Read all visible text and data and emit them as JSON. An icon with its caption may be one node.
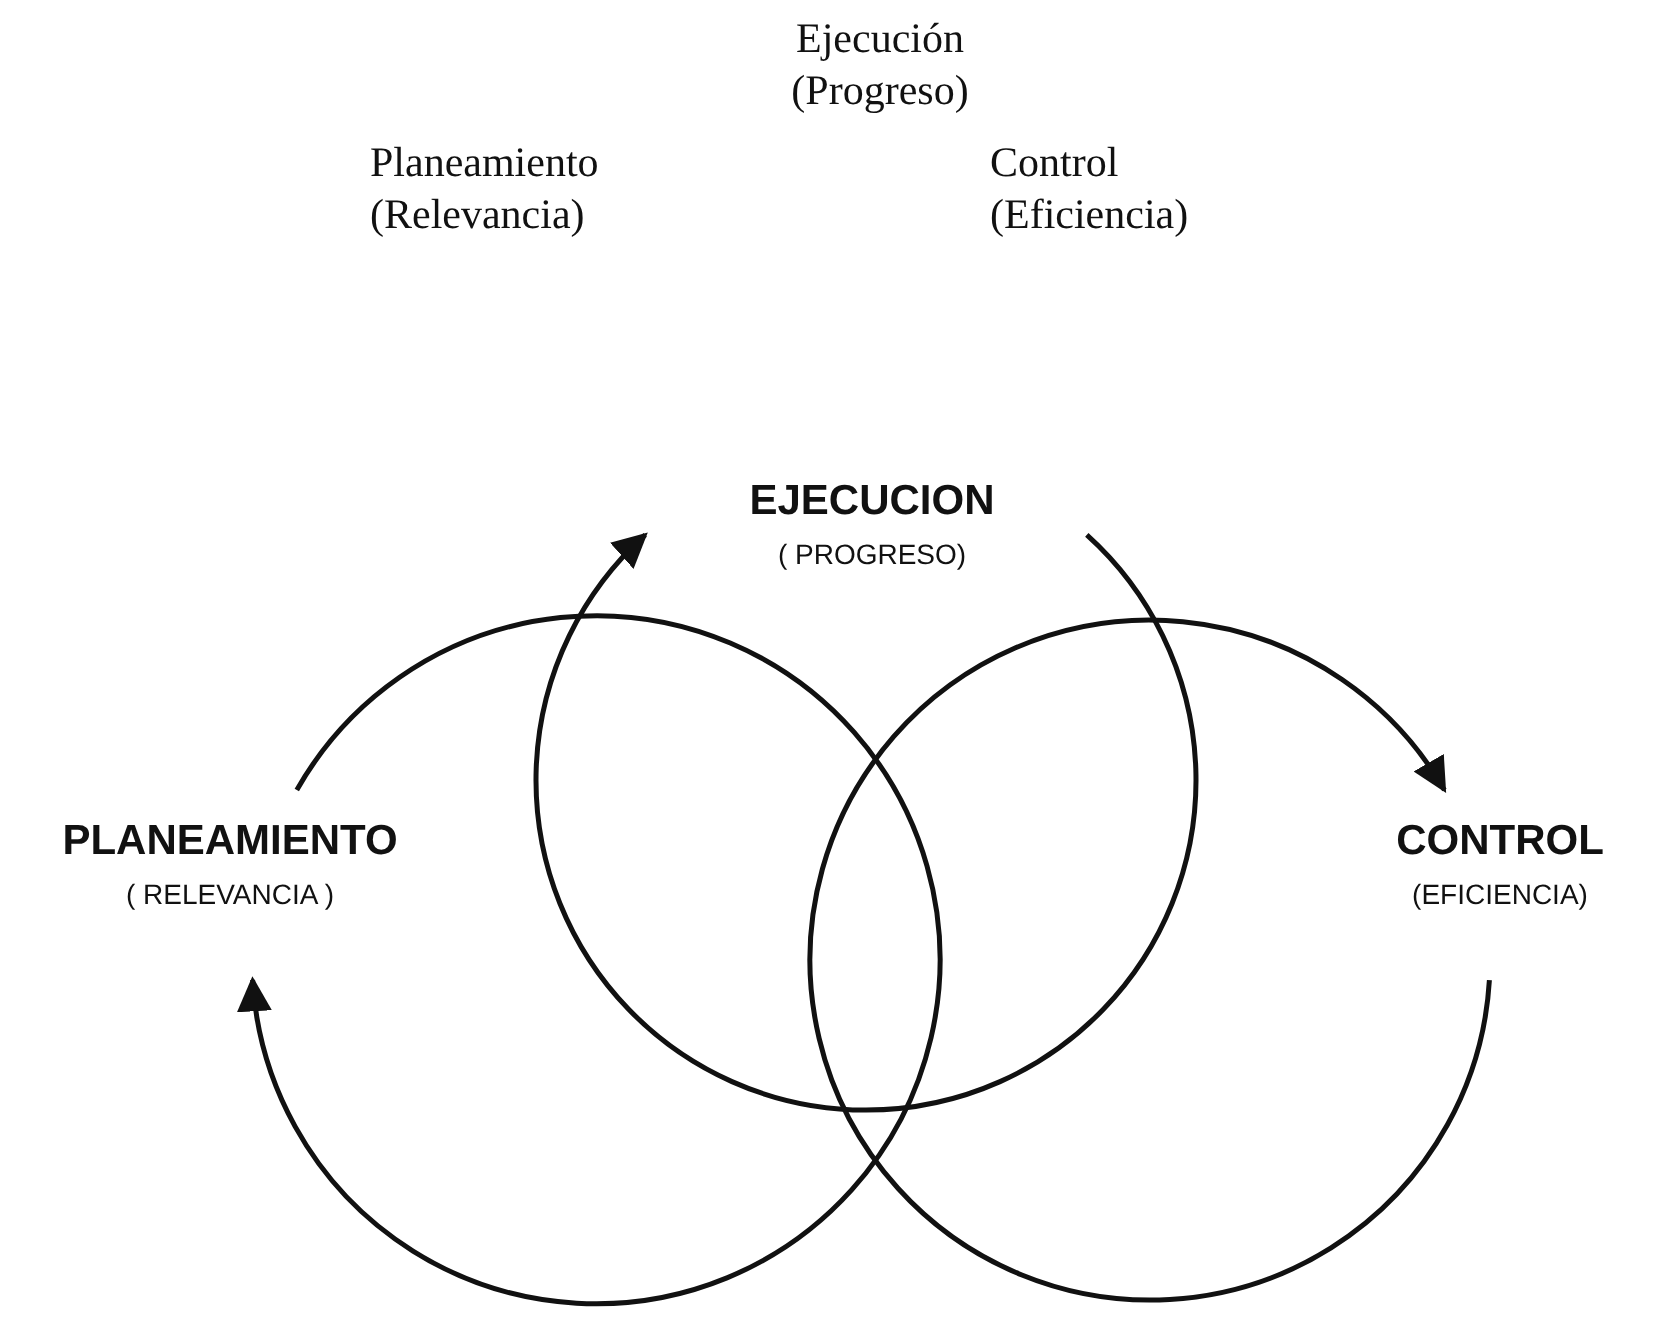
{
  "diagram": {
    "nodes": [
      {
        "text": [
          "EJECUCION",
          "( PROGRESO)"
        ]
      },
      {
        "text": [
          "PLANEAMIENTO",
          "( RELEVANCIA )"
        ]
      },
      {
        "text": [
          "CONTROL",
          "(EFICIENCIA)"
        ]
      }
    ],
    "edges": [
      {
        "from": 0,
        "to": 0,
        "arrow": "to"
      },
      {
        "from": 1,
        "to": 1,
        "arrow": "to"
      },
      {
        "from": 2,
        "to": 2,
        "arrow": "to"
      }
    ],
    "labels": [
      "Ejecución (Progreso)",
      "Planeamiento (Relevancia)",
      "Control (Eficiencia)"
    ]
  }
}
